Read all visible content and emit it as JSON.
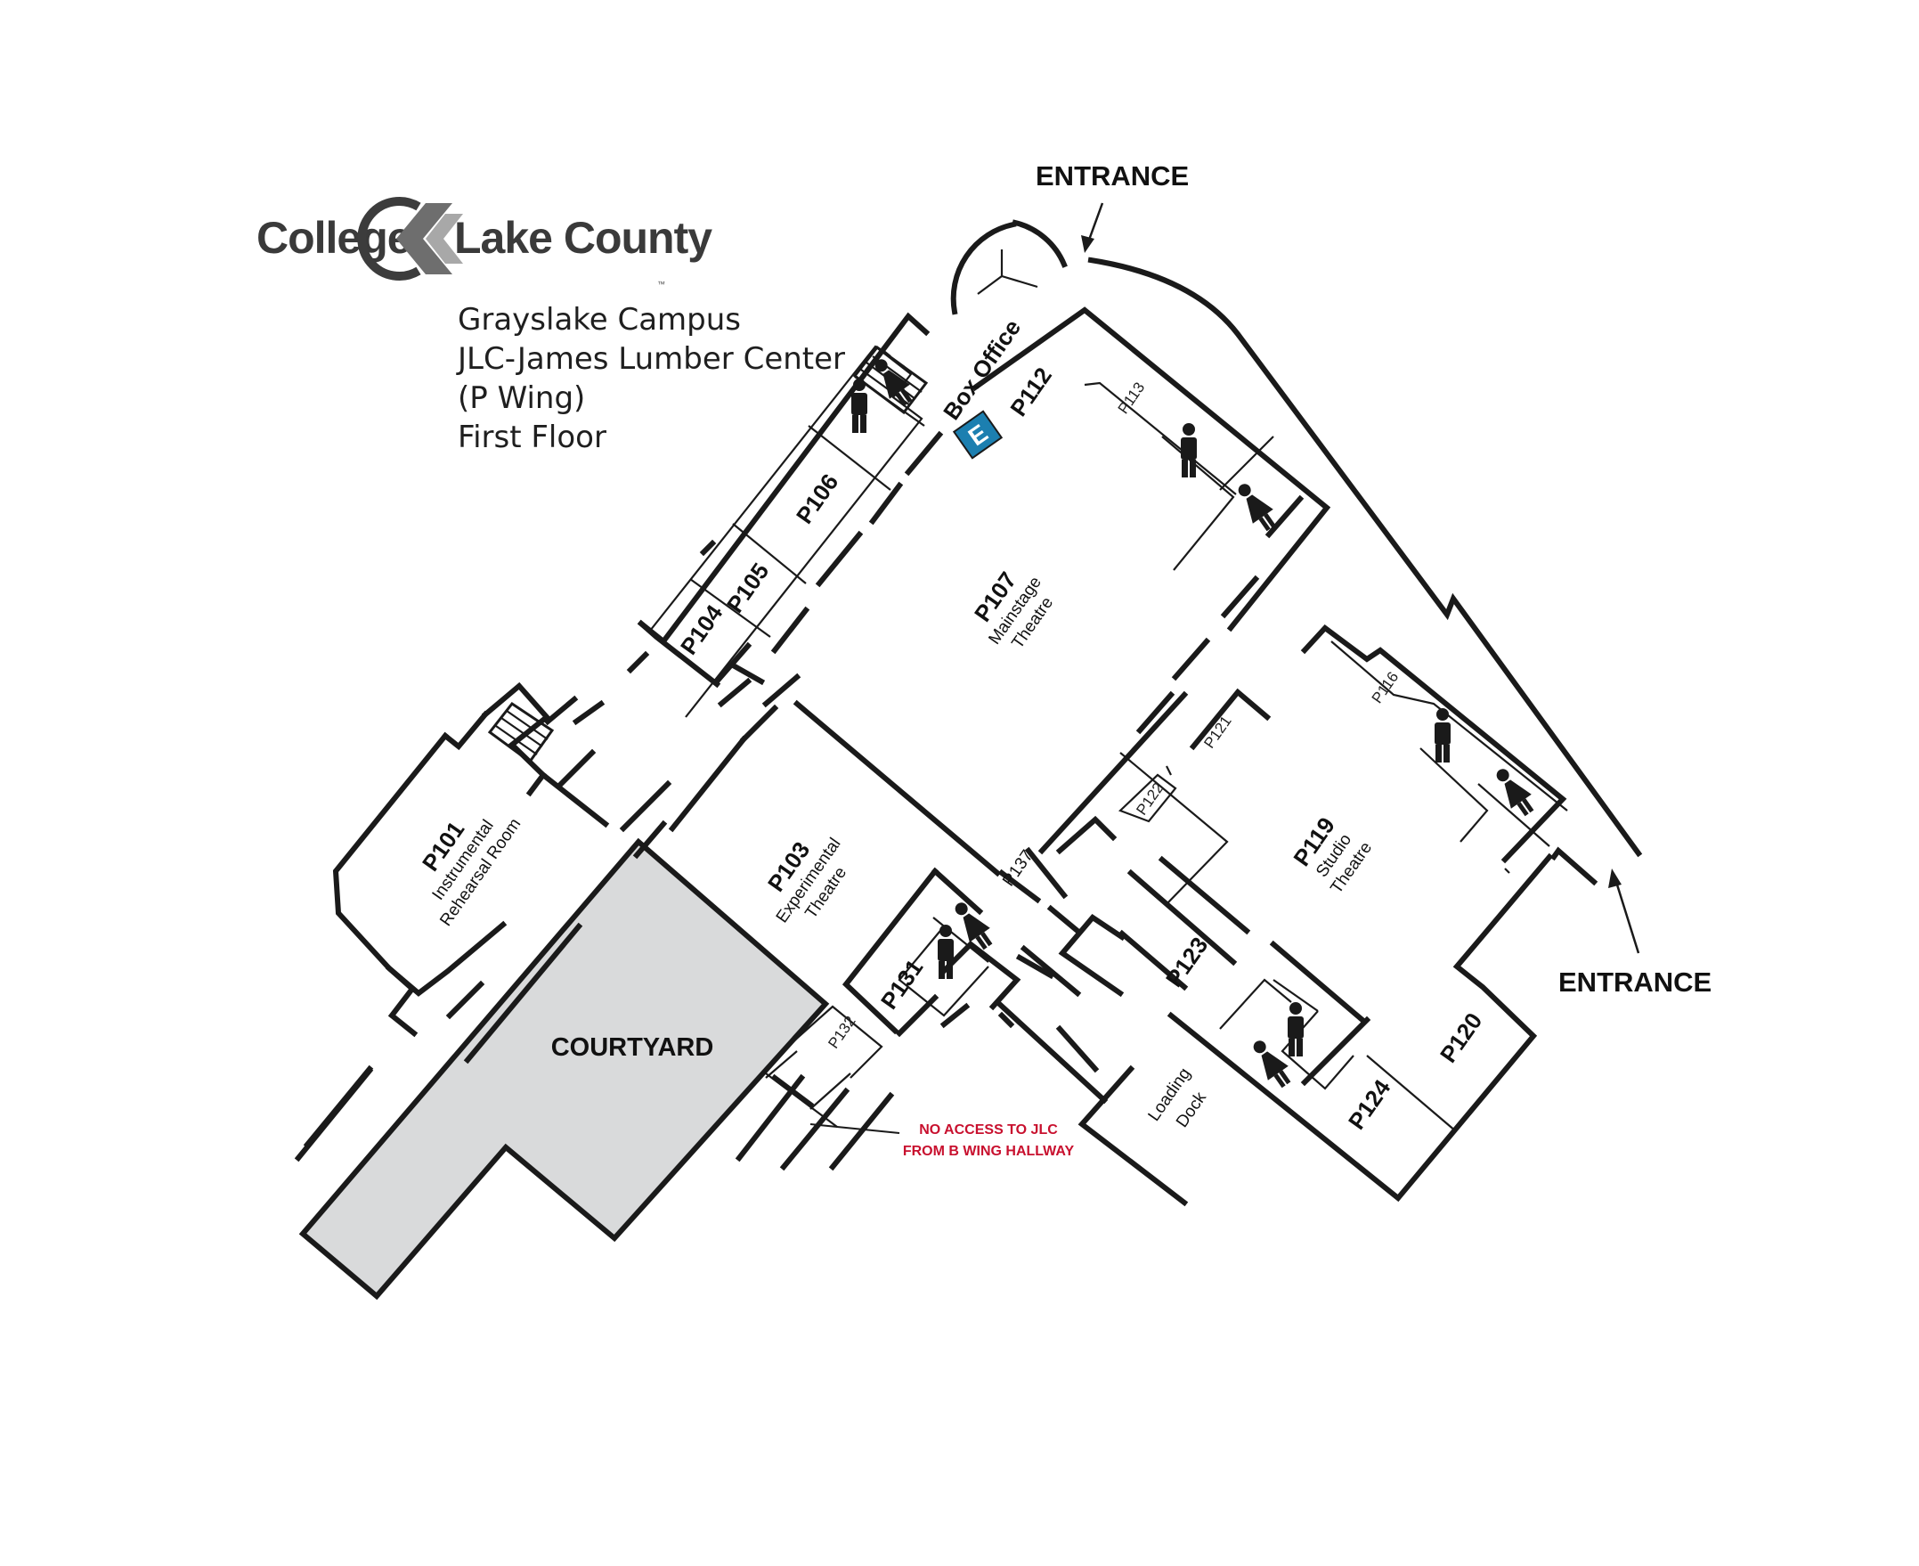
{
  "logo": {
    "word_left": "College",
    "word_right": "Lake County",
    "trademark": "™"
  },
  "title_block": {
    "line1": "Grayslake Campus",
    "line2": "JLC-James Lumber Center",
    "line3": "(P Wing)",
    "line4": "First Floor"
  },
  "entrances": {
    "top": "ENTRANCE",
    "right": "ENTRANCE"
  },
  "rooms": {
    "p101": "P101",
    "p101_sub1": "Instrumental",
    "p101_sub2": "Rehearsal Room",
    "p103": "P103",
    "p103_sub1": "Experimental",
    "p103_sub2": "Theatre",
    "p104": "P104",
    "p105": "P105",
    "p106": "P106",
    "p107": "P107",
    "p107_sub1": "Mainstage",
    "p107_sub2": "Theatre",
    "p112": "P112",
    "box_office": "Box Office",
    "p113": "P113",
    "p116": "P116",
    "p119": "P119",
    "p119_sub1": "Studio",
    "p119_sub2": "Theatre",
    "p120": "P120",
    "p121": "P121",
    "p122": "P122",
    "p123": "P123",
    "p124": "P124",
    "p131": "P131",
    "p132": "P132",
    "p137": "P137",
    "loading_dock_1": "Loading",
    "loading_dock_2": "Dock",
    "courtyard": "COURTYARD"
  },
  "elevator_symbol": "E",
  "note": {
    "line1": "NO ACCESS TO JLC",
    "line2": "FROM B WING HALLWAY"
  },
  "colors": {
    "wall": "#1a1a1a",
    "courtyard_fill": "#d9dadb",
    "elevator_fill": "#1c7fb0",
    "note_red": "#c8102e",
    "logo_gray": "#4d4d4d"
  }
}
